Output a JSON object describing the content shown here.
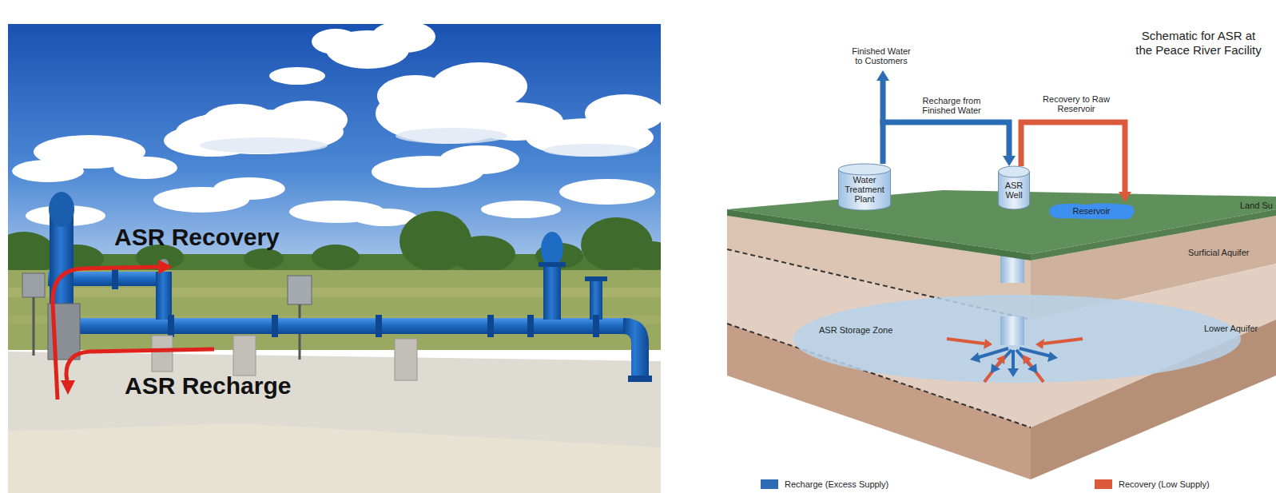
{
  "diagram": {
    "title": "Schematic for ASR at the Peace River Facility",
    "nodes": [
      {
        "text": [
          "Water Treatment Plant"
        ]
      },
      {
        "text": [
          "ASR Well"
        ]
      },
      {
        "text": [
          "Land Su"
        ]
      },
      {
        "text": [
          "Reservoir"
        ],
        "in": 2
      },
      {
        "text": [
          "Surficial Aquifer"
        ]
      },
      {
        "text": [
          "Lower Aquifer"
        ]
      },
      {
        "text": [
          "ASR Storage Zone"
        ],
        "in": 5
      }
    ],
    "edges": [
      {
        "from": 0,
        "to": 1,
        "label": "Recharge from Finished Water",
        "arrow": "to"
      },
      {
        "from": 1,
        "to": 3,
        "label": "Recovery to Raw Reservoir",
        "arrow": "to"
      }
    ],
    "labels": [
      "ASR Recovery",
      "ASR Recharge",
      "Finished Water to Customers"
    ],
    "legend": [
      {
        "text": "Recharge (Excess Supply)",
        "color": "#2b6cb5"
      },
      {
        "text": "Recovery (Low Supply)",
        "color": "#dc5a3c"
      }
    ]
  }
}
